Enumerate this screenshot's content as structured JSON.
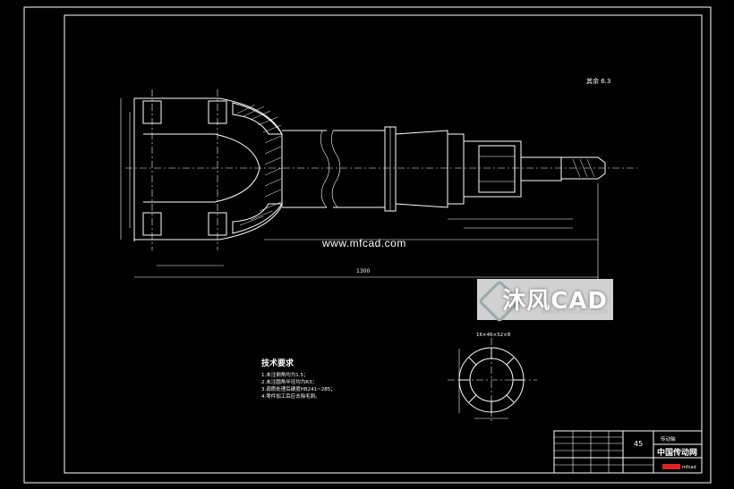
{
  "site_url": "www.mfcad.com",
  "watermark": {
    "brand": "沐风CAD",
    "url": "www.mfcad.com"
  },
  "roughness_note": "其余 6.3",
  "overall_length": "1300",
  "spline_note": "16×46×52×8",
  "tech_req": {
    "title": "技术要求",
    "items": [
      "1.未注倒角均为1.5；",
      "2.未注圆角半径均为R3；",
      "3.调质处理后硬度HB241~285；",
      "4.零件加工后应去除毛刺。"
    ]
  },
  "title_block": {
    "material": "45",
    "part_name": "传动轴",
    "school": "中国传动网",
    "logo_text": "mfcad"
  }
}
